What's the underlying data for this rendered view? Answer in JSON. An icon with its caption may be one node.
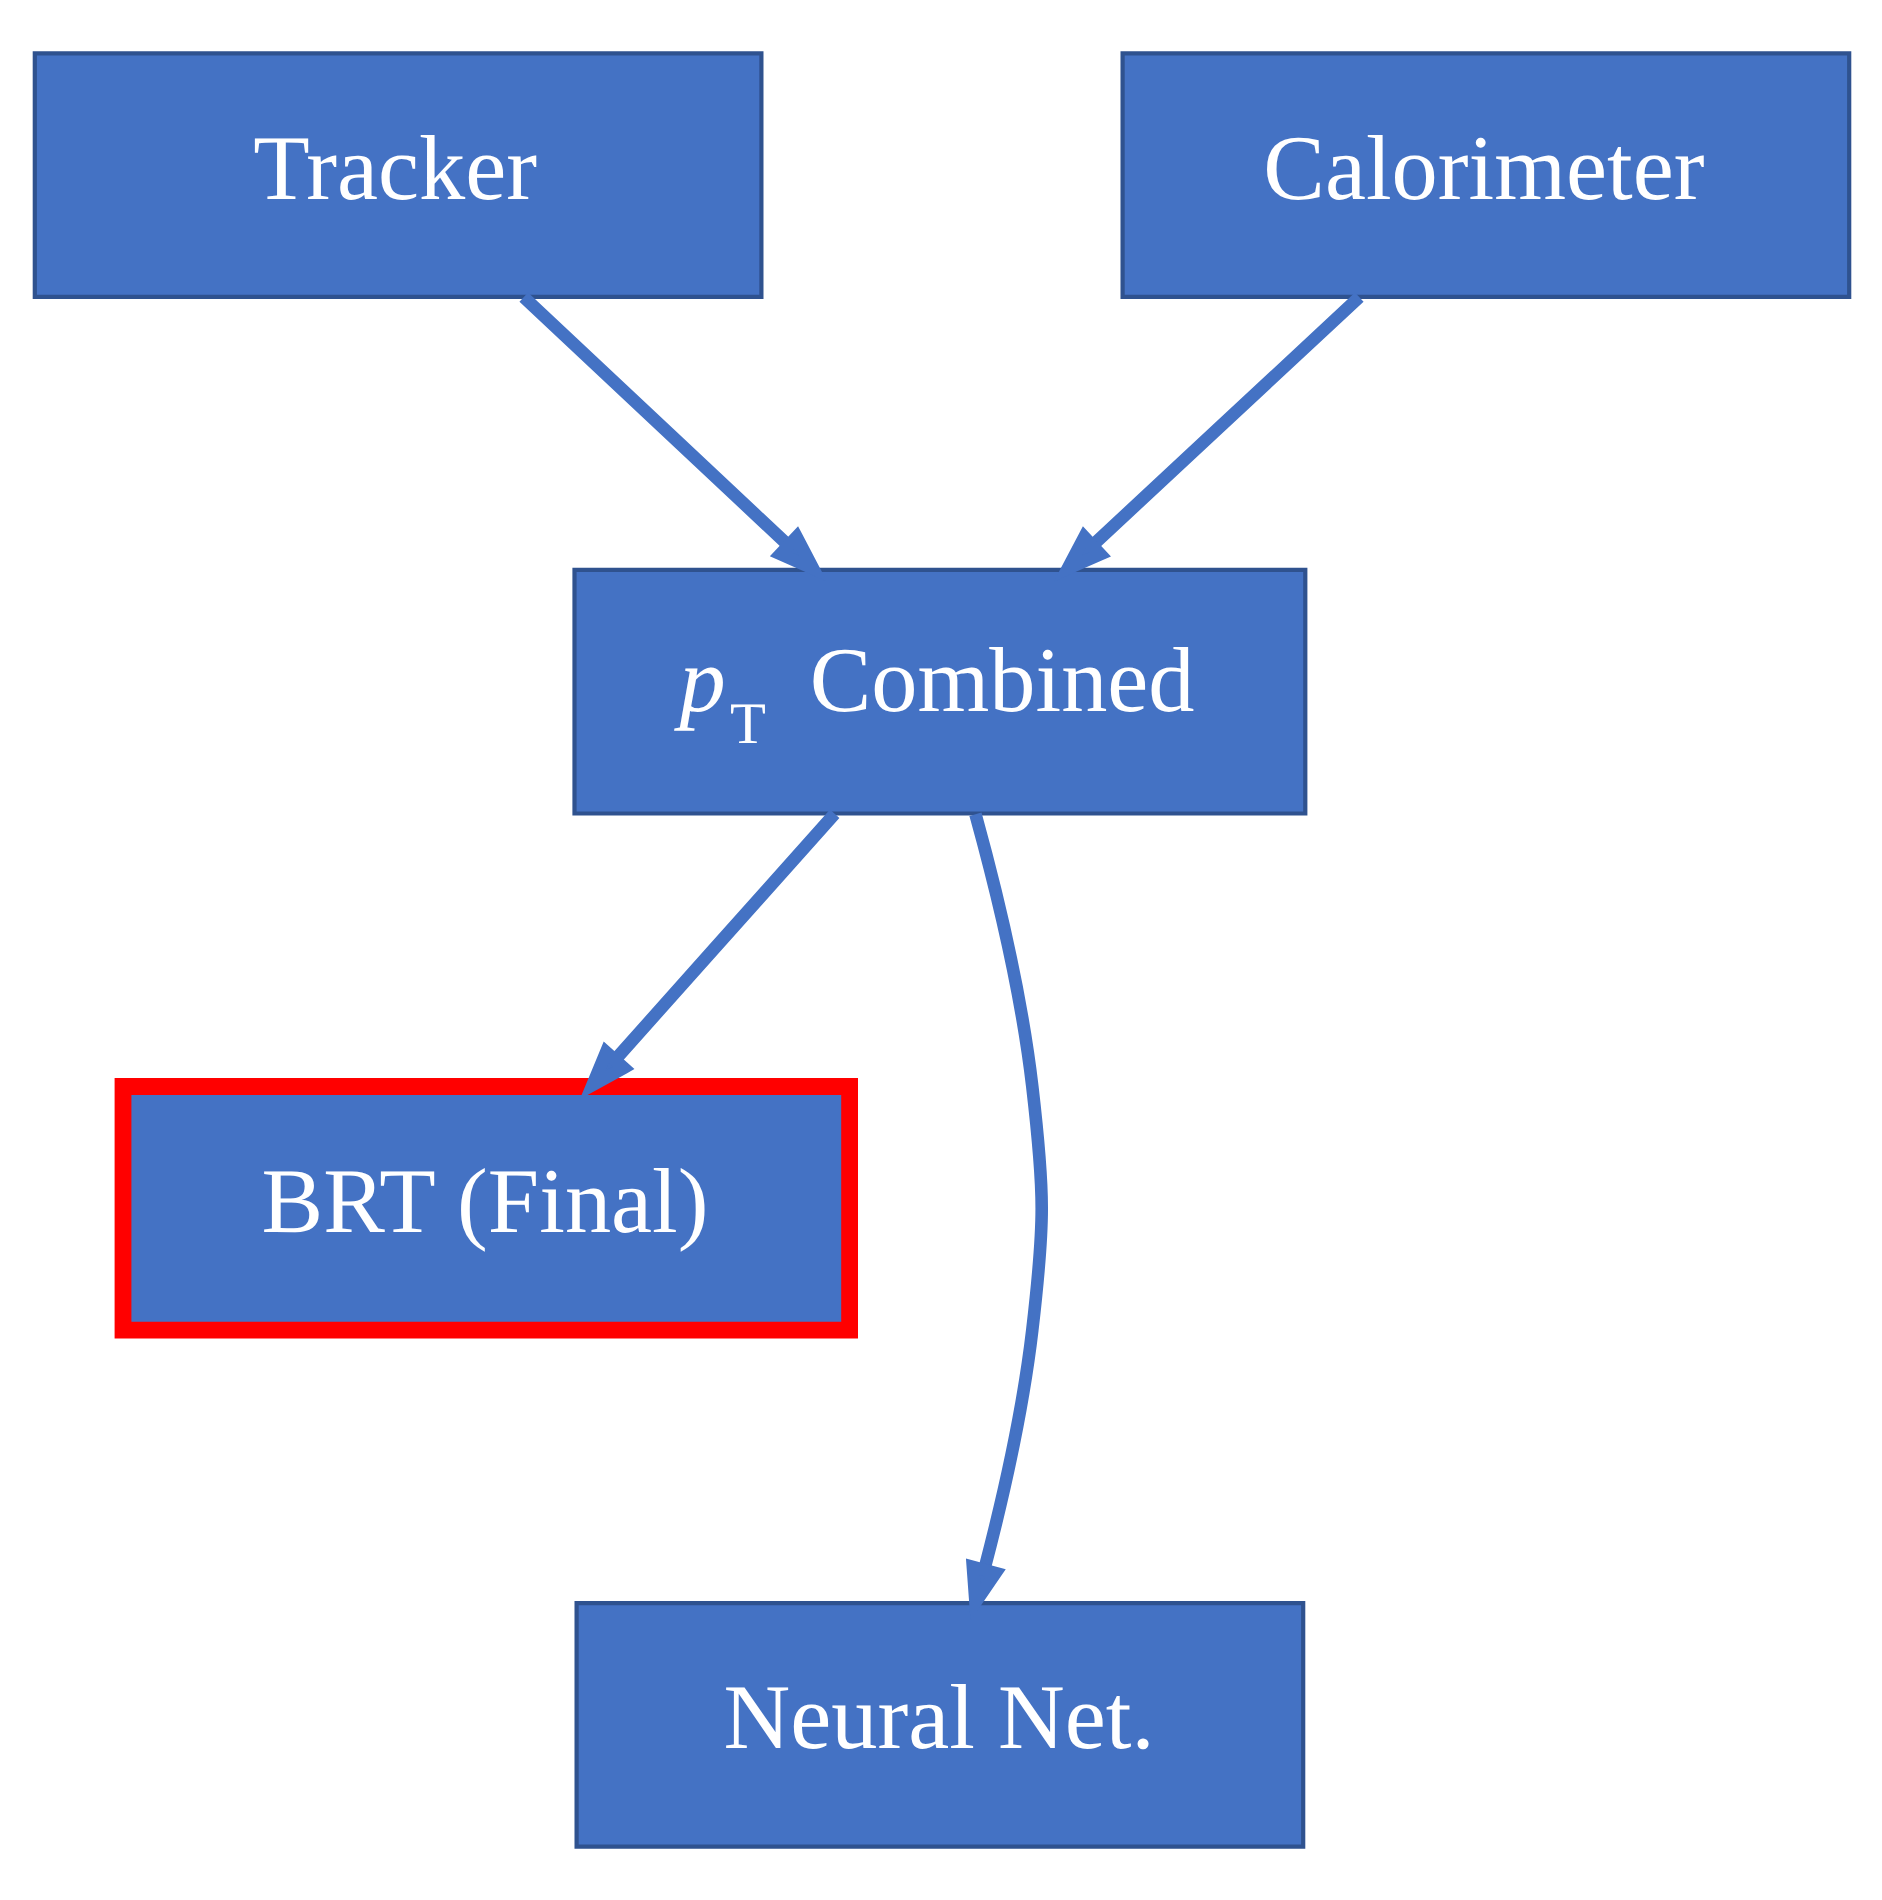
{
  "diagram": {
    "nodes": [
      {
        "text": [
          "Tracker"
        ]
      },
      {
        "text": [
          "Calorimeter"
        ]
      },
      {
        "text": [
          "*p*$_{T}$ Combined"
        ]
      },
      {
        "text": [
          "BRT (Final)"
        ]
      },
      {
        "text": [
          "Neural Net."
        ]
      }
    ],
    "edges": [
      {
        "from": 0,
        "to": 2,
        "arrow": "to"
      },
      {
        "from": 1,
        "to": 2,
        "arrow": "to"
      },
      {
        "from": 2,
        "to": 3,
        "arrow": "to"
      },
      {
        "from": 2,
        "to": 4,
        "arrow": "to"
      }
    ]
  }
}
